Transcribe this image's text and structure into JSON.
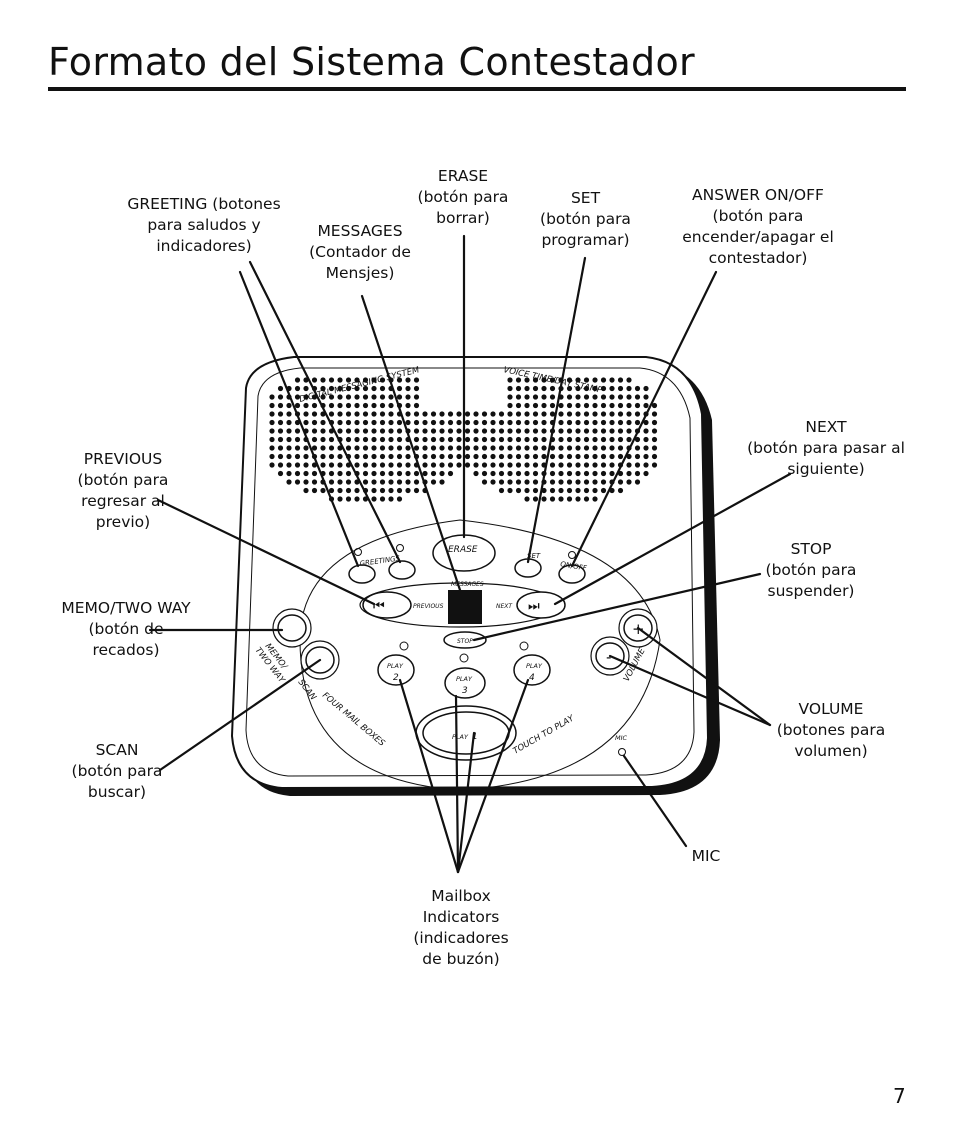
{
  "title": "Formato del Sistema Contestador",
  "page_number": "7",
  "callouts": {
    "greeting": "GREETING (botones\npara saludos y\nindicadores)",
    "messages": "MESSAGES\n(Contador de\nMensjes)",
    "erase": "ERASE\n(botón para\nborrar)",
    "set": "SET\n(botón para\nprogramar)",
    "answer": "ANSWER ON/OFF\n(botón para\nencender/apagar el\ncontestador)",
    "next": "NEXT\n(botón para pasar al\nsiguiente)",
    "previous": "PREVIOUS\n(botón para\nregresar al\nprevio)",
    "stop": "STOP\n(botón para\nsuspender)",
    "memo": "MEMO/TWO WAY\n(botón de\nrecados)",
    "volume": "VOLUME\n(botones para\nvolumen)",
    "scan": "SCAN\n(botón para\nbuscar)",
    "mic": "MIC",
    "mailbox": "Mailbox\nIndicators\n(indicadores\nde buzón)"
  },
  "device": {
    "top_left_text": "DIGITAL MESSAGING SYSTEM",
    "top_right_text": "VOICE  TIME/DAY  STAMP",
    "greetings": "GREETINGS",
    "erase": "ERASE",
    "set": "SET",
    "onoff": "ON/OFF",
    "messages": "MESSAGES",
    "previous": "PREVIOUS",
    "next": "NEXT",
    "stop": "STOP",
    "memo": "MEMO/",
    "two_way": "TWO WAY",
    "scan": "SCAN",
    "four_mail_boxes": "FOUR MAIL BOXES",
    "play_label": "PLAY",
    "play1": "1",
    "play2": "2",
    "play3": "3",
    "play4": "4",
    "touch_to_play": "TOUCH TO PLAY",
    "mic": "MIC",
    "volume": "VOLUME",
    "vol_plus": "+",
    "vol_minus": "-"
  }
}
